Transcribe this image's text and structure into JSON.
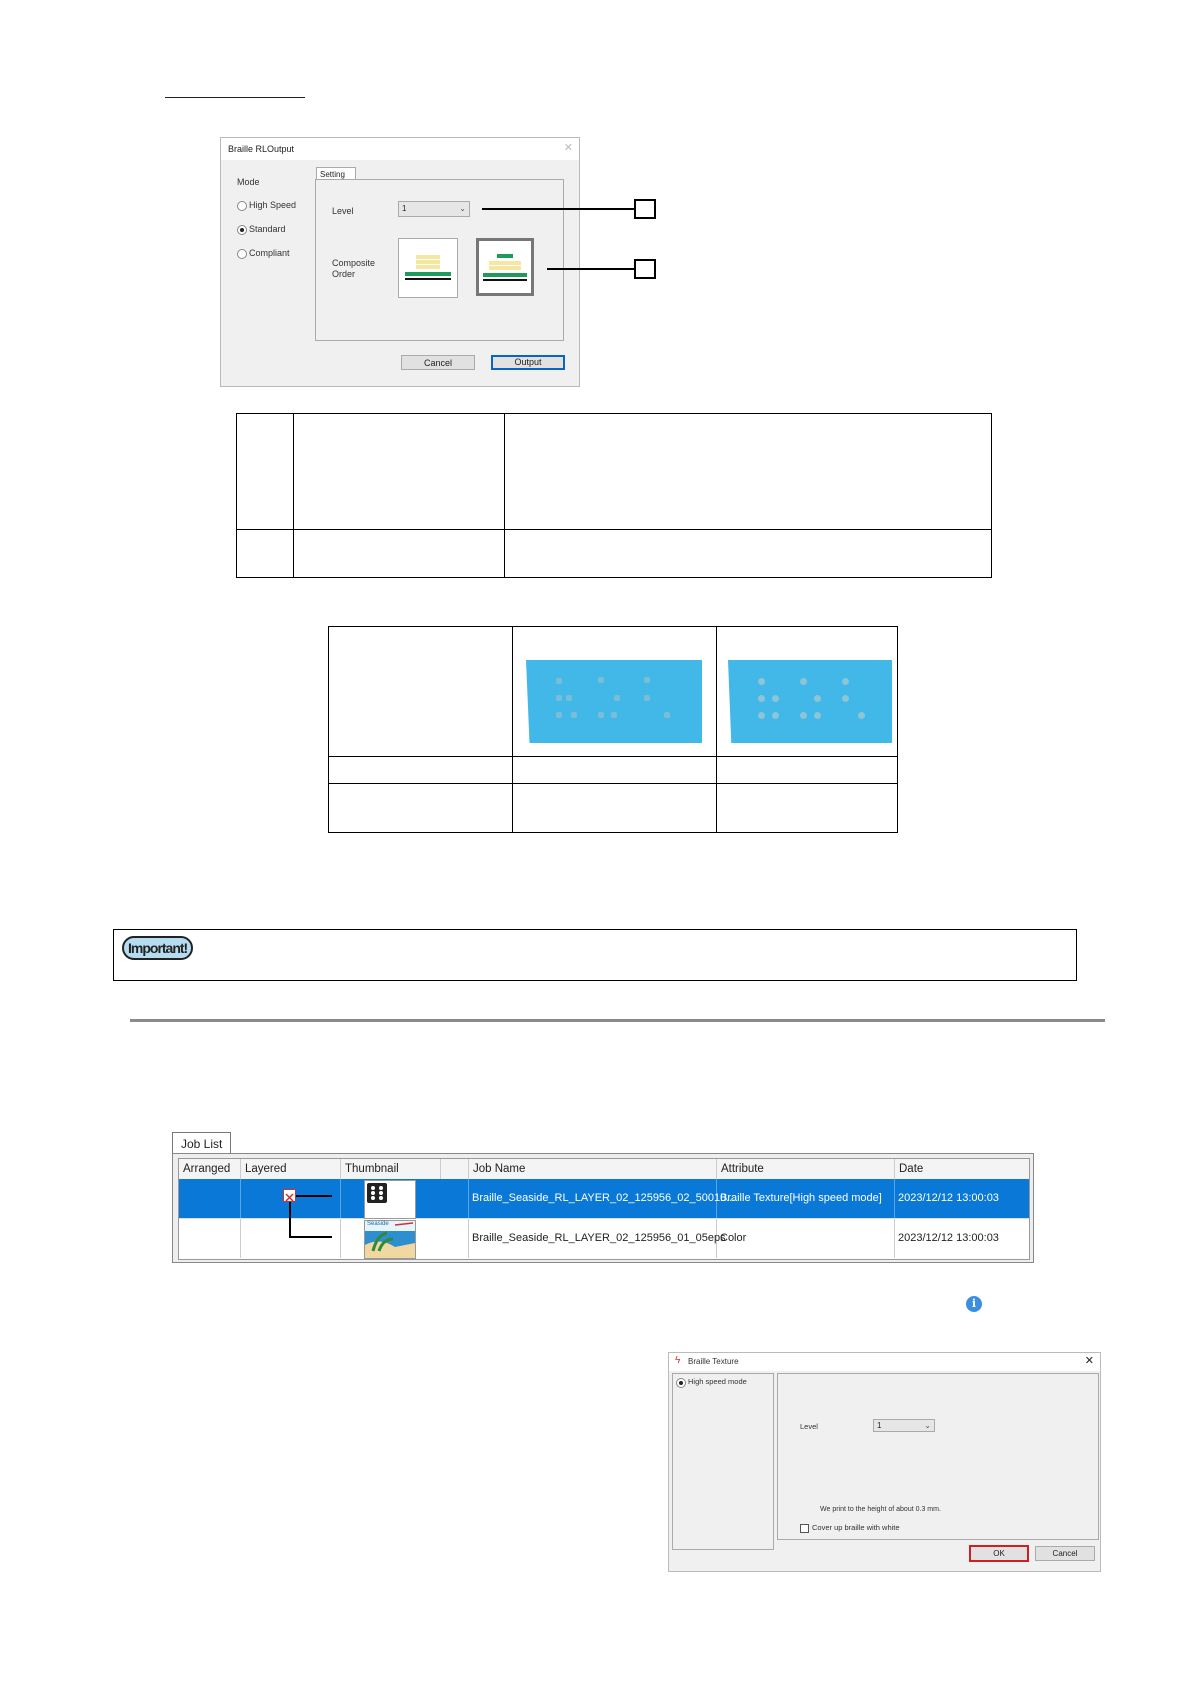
{
  "rlo_dialog": {
    "title": "Braille RLOutput",
    "mode_label": "Mode",
    "modes": [
      "High Speed",
      "Standard",
      "Compliant"
    ],
    "selected_mode": "Standard",
    "tab": "Setting",
    "level_label": "Level",
    "level_value": "1",
    "composite_label_1": "Composite",
    "composite_label_2": "Order",
    "cancel": "Cancel",
    "output": "Output"
  },
  "job_list": {
    "tab": "Job List",
    "headers": [
      "Arranged",
      "Layered",
      "Thumbnail",
      "Job Name",
      "Attribute",
      "Date"
    ],
    "rows": [
      {
        "job_name": "Braille_Seaside_RL_LAYER_02_125956_02_50010...",
        "attribute": "Braille Texture[High speed mode]",
        "date": "2023/12/12 13:00:03",
        "selected": true
      },
      {
        "job_name": "Braille_Seaside_RL_LAYER_02_125956_01_05eps",
        "attribute": "Color",
        "date": "2023/12/12 13:00:03",
        "selected": false
      }
    ],
    "thumb_caption": "Seaside"
  },
  "important_badge": "Important!",
  "info_icon": "info-icon",
  "texture_dialog": {
    "title": "Braille Texture",
    "mode": "High speed mode",
    "level_label": "Level",
    "level_value": "1",
    "note": "We print to the height of about 0.3 mm.",
    "checkbox_label": "Cover up braille with white",
    "ok": "OK",
    "cancel": "Cancel"
  },
  "colors": {
    "selection": "#0a78d7",
    "braille_panel": "#41b8e8",
    "ok_highlight": "#d21e1e"
  }
}
